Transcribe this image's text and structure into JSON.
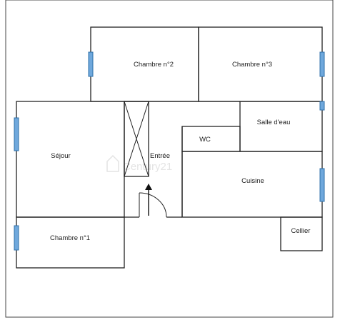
{
  "colors": {
    "wall": "#222222",
    "window": "#6fa8dc",
    "window_edge": "#2e6fa8",
    "background": "#ffffff",
    "watermark": "#e4e4e4"
  },
  "rooms": {
    "chambre2": "Chambre n°2",
    "chambre3": "Chambre n°3",
    "salle_eau": "Salle d'eau",
    "wc": "WC",
    "sejour": "Séjour",
    "entree": "Entrée",
    "cuisine": "Cuisine",
    "chambre1": "Chambre n°1",
    "cellier": "Cellier"
  },
  "watermark": {
    "text": "Century21",
    "icon": "century21-logo-icon"
  },
  "icons": {
    "entrance_arrow": "arrow-up-icon",
    "door_swing": "door-swing-icon"
  }
}
